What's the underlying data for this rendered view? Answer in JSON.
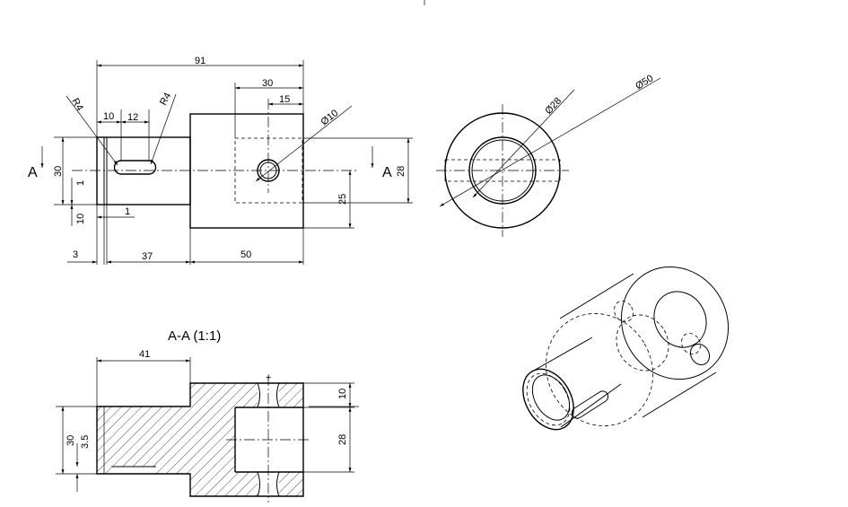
{
  "section_label_left": "A",
  "section_label_right": "A",
  "section_title": "A-A (1:1)",
  "front_view": {
    "dim_overall": "91",
    "dim_30_top": "30",
    "dim_15": "15",
    "dim_10_top": "10",
    "dim_12": "12",
    "dim_r4_left": "R4",
    "dim_r4_right": "R4",
    "dim_dia10": "Ø10",
    "dim_30_left": "30",
    "dim_1_a": "1",
    "dim_10_left": "10",
    "dim_1_b": "1",
    "dim_28": "28",
    "dim_25": "25",
    "dim_3": "3",
    "dim_37": "37",
    "dim_50": "50"
  },
  "side_view": {
    "dim_dia28": "Ø28",
    "dim_dia50": "Ø50"
  },
  "section_view": {
    "dim_41": "41",
    "dim_10": "10",
    "dim_28": "28",
    "dim_30": "30",
    "dim_3_5": "3.5"
  }
}
